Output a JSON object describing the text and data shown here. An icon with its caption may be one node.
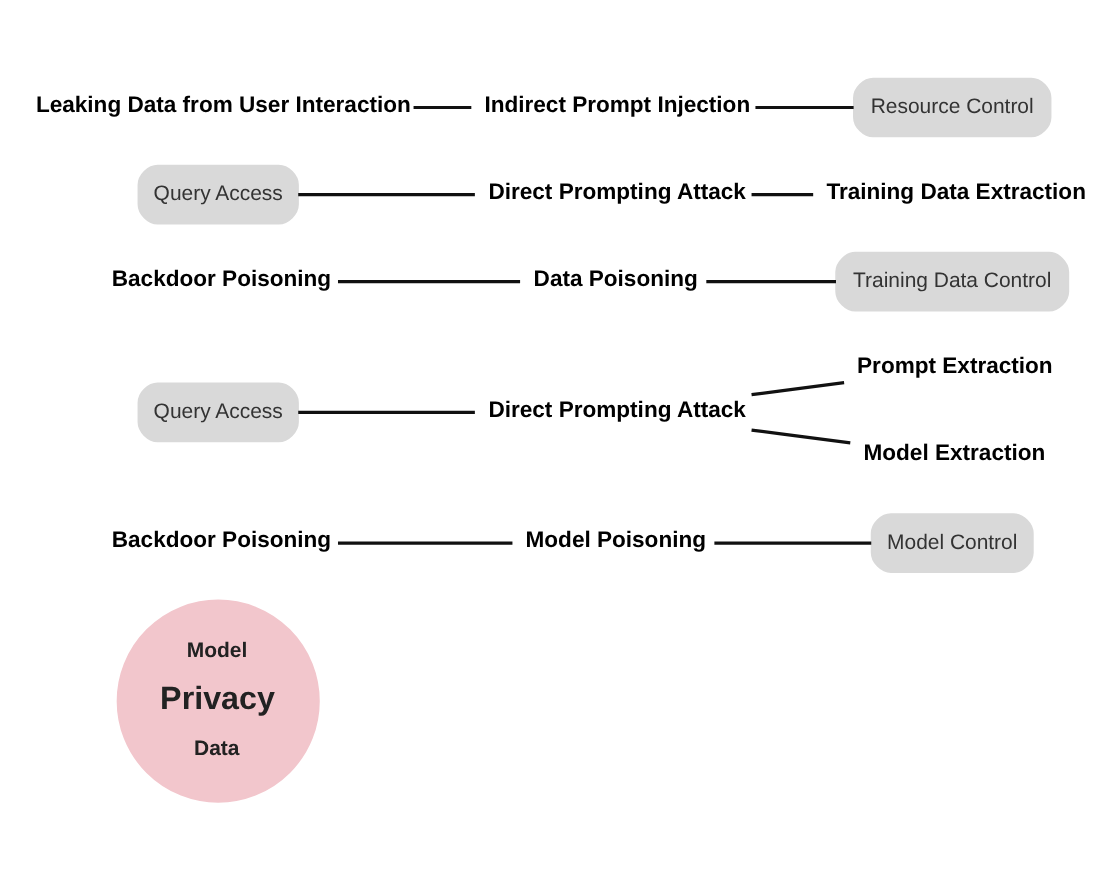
{
  "diagram": {
    "nodes": [
      {
        "text": [
          "Model",
          "Privacy",
          "Data"
        ]
      },
      {
        "text": [
          "Model Control"
        ]
      },
      {
        "text": [
          "Query Access"
        ]
      },
      {
        "text": [
          "Training Data Control"
        ]
      },
      {
        "text": [
          "Query Access"
        ]
      },
      {
        "text": [
          "Resource Control"
        ]
      },
      {
        "text": [
          "Prompt Extraction"
        ]
      },
      {
        "text": [
          "Model Poisoning"
        ]
      },
      {
        "text": [
          "Direct Prompting Attack"
        ]
      },
      {
        "text": [
          "Backdoor Poisoning"
        ]
      },
      {
        "text": [
          "Model Extraction"
        ]
      },
      {
        "text": [
          "Data Poisoning"
        ]
      },
      {
        "text": [
          "Direct Prompting Attack"
        ]
      },
      {
        "text": [
          "Backdoor Poisoning"
        ]
      },
      {
        "text": [
          "Indirect Prompt Injection"
        ]
      },
      {
        "text": [
          "Training Data Extraction"
        ]
      },
      {
        "text": [
          "Leaking Data from User Interaction"
        ]
      }
    ],
    "edges": [
      {
        "from": 9,
        "to": 7,
        "arrow": "none"
      },
      {
        "from": 7,
        "to": 1,
        "arrow": "none"
      },
      {
        "from": 13,
        "to": 11,
        "arrow": "none"
      },
      {
        "from": 11,
        "to": 3,
        "arrow": "none"
      },
      {
        "from": 16,
        "to": 14,
        "arrow": "none"
      },
      {
        "from": 14,
        "to": 5,
        "arrow": "none"
      },
      {
        "from": 2,
        "to": 8,
        "arrow": "none"
      },
      {
        "from": 8,
        "to": 6,
        "arrow": "none"
      },
      {
        "from": 8,
        "to": 10,
        "arrow": "none"
      },
      {
        "from": 4,
        "to": 12,
        "arrow": "none"
      },
      {
        "from": 12,
        "to": 15,
        "arrow": "none"
      }
    ]
  }
}
